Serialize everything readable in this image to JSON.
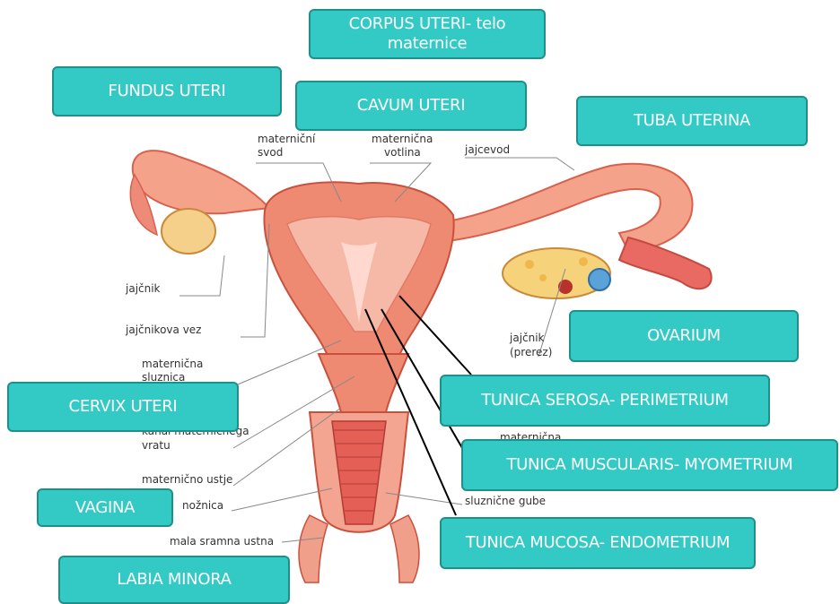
{
  "boxes": {
    "corpus_uteri": "CORPUS UTERI- telo maternice",
    "fundus_uteri": "FUNDUS UTERI",
    "cavum_uteri": "CAVUM UTERI",
    "tuba_uterina": "TUBA UTERINA",
    "ovarium": "OVARIUM",
    "cervix_uteri": "CERVIX UTERI",
    "tunica_serosa": "TUNICA SEROSA- PERIMETRIUM",
    "tunica_muscularis": "TUNICA MUSCULARIS- MYOMETRIUM",
    "vagina": "VAGINA",
    "tunica_mucosa": "TUNICA MUCOSA- ENDOMETRIUM",
    "labia_minora": "LABIA MINORA"
  },
  "labels": {
    "maternicni_svod_1": "materniční",
    "maternicni_svod_2": "svod",
    "maternicna_votlina_1": "maternična",
    "maternicna_votlina_2": "votlina",
    "jajcevod": "jajcevod",
    "jajcnik": "jajčnik",
    "jajcnikova_vez": "jajčnikova vez",
    "maternicna_sluznica_1": "maternična",
    "maternicna_sluznica_2": "sluznica",
    "kanal_1": "kanal materničnega",
    "kanal_2": "vratu",
    "maternicno_ustje": "maternično ustje",
    "noznica": "nožnica",
    "mala_sramna_ustna": "mala sramna ustna",
    "jajcnik_prerez_1": "jajčnik",
    "jajcnik_prerez_2": "(prerez)",
    "maternicna_right": "maternična",
    "sluznicne_gube": "sluznične gube"
  }
}
